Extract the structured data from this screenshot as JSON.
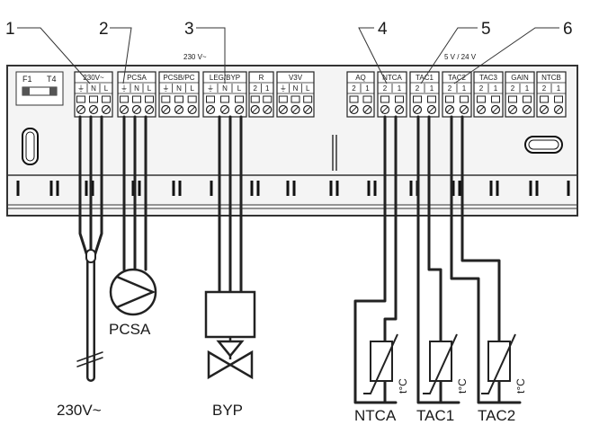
{
  "callouts": [
    "1",
    "2",
    "3",
    "4",
    "5",
    "6"
  ],
  "fuses": {
    "f1": "F1",
    "t4": "T4"
  },
  "voltage_low": "230 V~",
  "voltage_high": "5 V / 24 V",
  "terminals_left": [
    {
      "name": "230V~",
      "sub": [
        "⏚",
        "N",
        "L"
      ]
    },
    {
      "name": "PCSA",
      "sub": [
        "⏚",
        "N",
        "L"
      ]
    },
    {
      "name": "PCSB/PC",
      "sub": [
        "⏚",
        "N",
        "L"
      ]
    },
    {
      "name": "LEG/BYP",
      "sub": [
        "⏚",
        "N",
        "L"
      ]
    },
    {
      "name": "R",
      "sub": [
        "2",
        "1"
      ]
    },
    {
      "name": "V3V",
      "sub": [
        "⏚",
        "N",
        "L"
      ]
    }
  ],
  "terminals_right": [
    {
      "name": "AQ",
      "sub": [
        "2",
        "1"
      ]
    },
    {
      "name": "NTCA",
      "sub": [
        "2",
        "1"
      ]
    },
    {
      "name": "TAC1",
      "sub": [
        "2",
        "1"
      ]
    },
    {
      "name": "TAC2",
      "sub": [
        "2",
        "1"
      ]
    },
    {
      "name": "TAC3",
      "sub": [
        "2",
        "1"
      ]
    },
    {
      "name": "GAIN",
      "sub": [
        "2",
        "1"
      ]
    },
    {
      "name": "NTCB",
      "sub": [
        "2",
        "1"
      ]
    }
  ],
  "devices": {
    "supply": "230V~",
    "pump": "PCSA",
    "valve": "BYP",
    "ntca": "NTCA",
    "tac1": "TAC1",
    "tac2": "TAC2",
    "sensor_symbol": "t°C"
  }
}
